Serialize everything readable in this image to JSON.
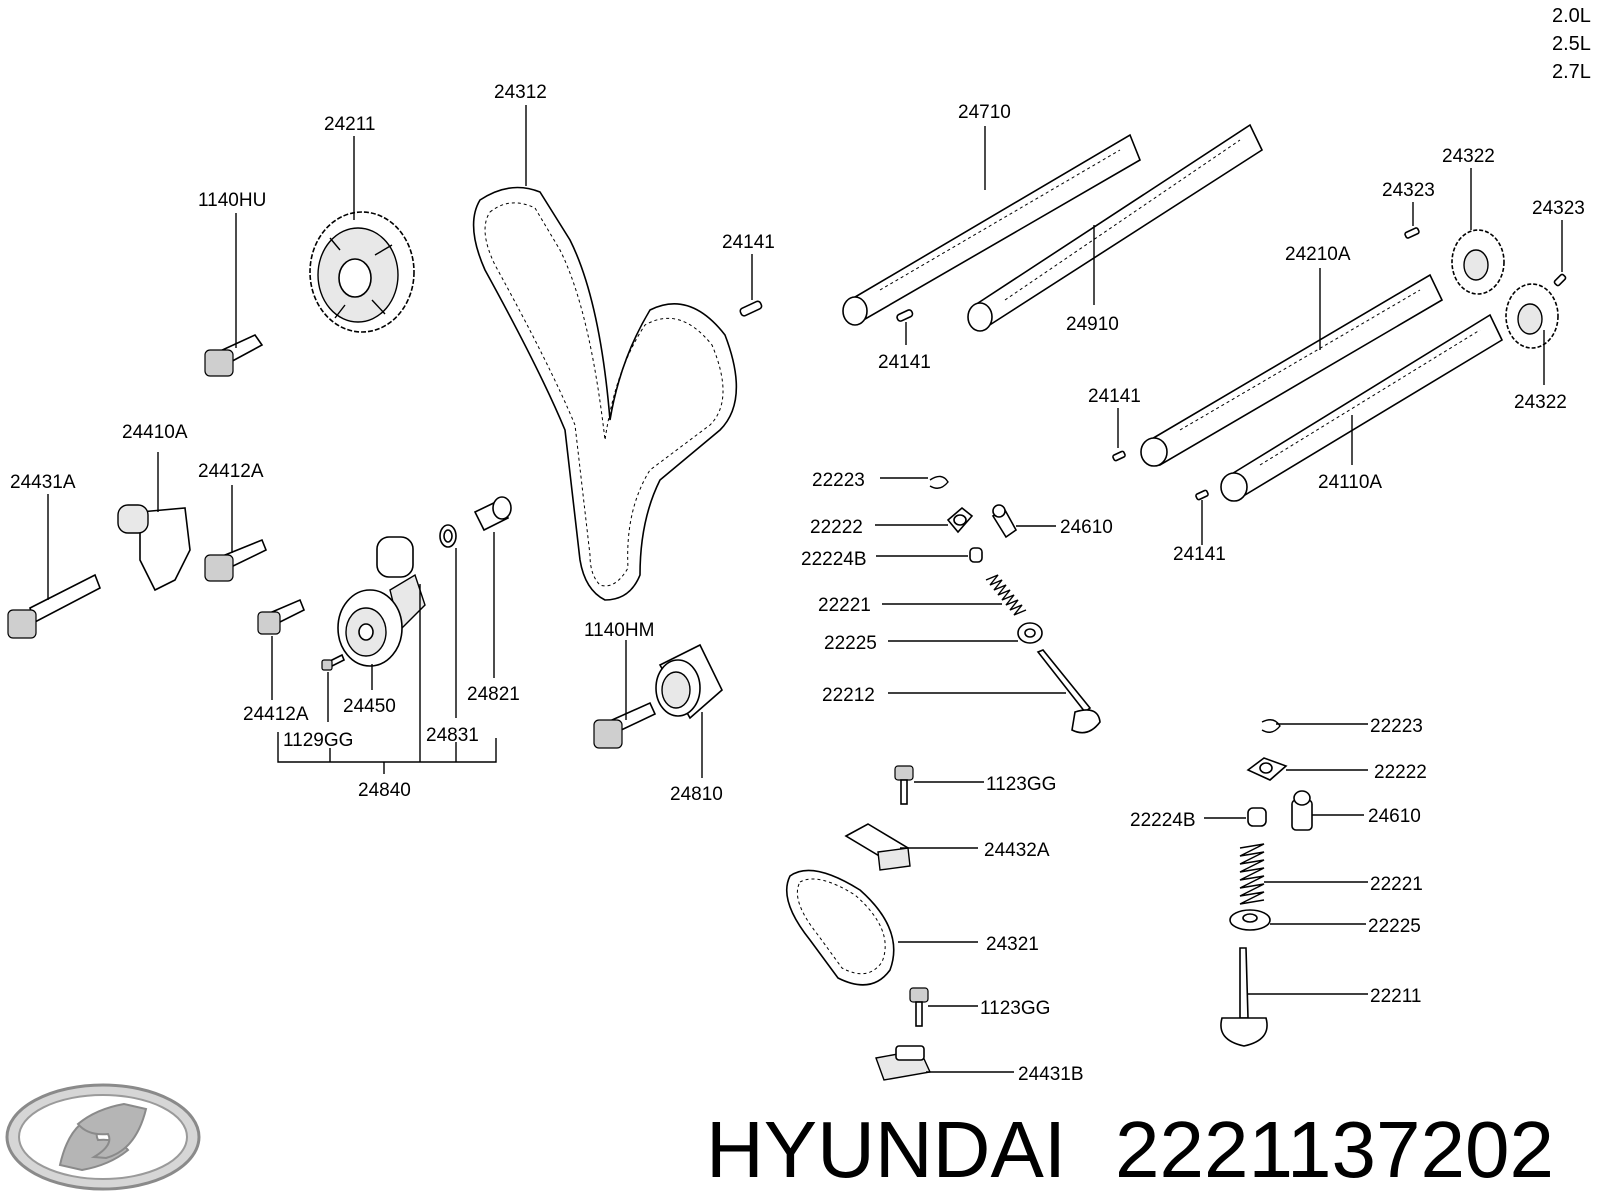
{
  "engine_variants": [
    "2.0L",
    "2.5L",
    "2.7L"
  ],
  "brand": {
    "name": "HYUNDAI",
    "part_number": "2221137202"
  },
  "callouts": {
    "c24312": "24312",
    "c24211": "24211",
    "c1140HU": "1140HU",
    "c24141a": "24141",
    "c24710": "24710",
    "c24910": "24910",
    "c24141b": "24141",
    "c24322a": "24322",
    "c24323a": "24323",
    "c24323b": "24323",
    "c24210A": "24210A",
    "c24141c": "24141",
    "c24322b": "24322",
    "c24110A": "24110A",
    "c24141d": "24141",
    "c24410A": "24410A",
    "c24412Aa": "24412A",
    "c24431A": "24431A",
    "c24412Ab": "24412A",
    "c24450": "24450",
    "c1129GG": "1129GG",
    "c24831": "24831",
    "c24821": "24821",
    "c24840": "24840",
    "c1140HM": "1140HM",
    "c24810": "24810",
    "c22223a": "22223",
    "c22222a": "22222",
    "c24610a": "24610",
    "c22224Ba": "22224B",
    "c22221a": "22221",
    "c22225a": "22225",
    "c22212": "22212",
    "c22223b": "22223",
    "c22222b": "22222",
    "c22224Bb": "22224B",
    "c24610b": "24610",
    "c22221b": "22221",
    "c22225b": "22225",
    "c22211": "22211",
    "c1123GGa": "1123GG",
    "c24432A": "24432A",
    "c24321": "24321",
    "c1123GGb": "1123GG",
    "c24431B": "24431B"
  }
}
